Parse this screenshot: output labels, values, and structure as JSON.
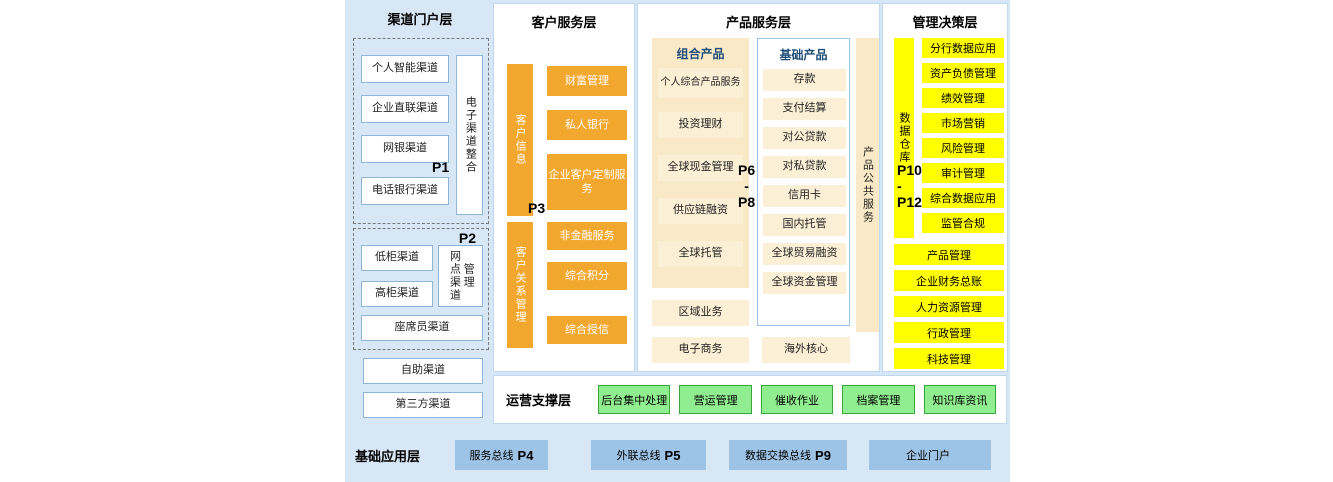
{
  "layers": {
    "channel": {
      "title": "渠道门户层",
      "group1": {
        "items": [
          "个人智能渠道",
          "企业直联渠道",
          "网银渠道",
          "电话银行渠道"
        ],
        "side": "电子渠道整合",
        "p": "P1"
      },
      "group2": {
        "items": [
          "低柜渠道",
          "高柜渠道"
        ],
        "side": "网点渠道管理",
        "bottom": "座席员渠道",
        "p": "P2"
      },
      "extra": [
        "自助渠道",
        "第三方渠道"
      ]
    },
    "customer": {
      "title": "客户服务层",
      "p": "P3",
      "group1": {
        "side": "客户信息",
        "items": [
          "财富管理",
          "私人银行",
          "企业客户定制服务"
        ]
      },
      "group2": {
        "side": "客户关系管理",
        "items": [
          "非金融服务",
          "综合积分",
          "综合授信"
        ]
      }
    },
    "product": {
      "title": "产品服务层",
      "combo": {
        "title": "组合产品",
        "items": [
          "个人综合产品服务",
          "投资理财",
          "全球现金管理",
          "供应链融资",
          "全球托管"
        ]
      },
      "basic": {
        "title": "基础产品",
        "items": [
          "存款",
          "支付结算",
          "对公贷款",
          "对私贷款",
          "信用卡",
          "国内托管",
          "全球贸易融资",
          "全球资金管理"
        ]
      },
      "p_range": {
        "top": "P6",
        "sep": "-",
        "bottom": "P8"
      },
      "public_bar": "产品公共服务",
      "regional": "区域业务",
      "ecommerce": "电子商务",
      "overseas": "海外核心"
    },
    "management": {
      "title": "管理决策层",
      "warehouse": "数据仓库",
      "items": [
        "分行数据应用",
        "资产负债管理",
        "绩效管理",
        "市场营销",
        "风险管理",
        "审计管理",
        "综合数据应用",
        "监管合规"
      ],
      "p_range": {
        "top": "P10",
        "sep": "-",
        "bottom": "P12"
      },
      "extra": [
        "产品管理",
        "企业财务总账",
        "人力资源管理",
        "行政管理",
        "科技管理"
      ]
    },
    "operations": {
      "title": "运营支撑层",
      "items": [
        "后台集中处理",
        "营运管理",
        "催收作业",
        "档案管理",
        "知识库资讯"
      ]
    },
    "foundation": {
      "title": "基础应用层",
      "buses": [
        {
          "label": "服务总线",
          "p": "P4"
        },
        {
          "label": "外联总线",
          "p": "P5"
        },
        {
          "label": "数据交换总线",
          "p": "P9"
        },
        {
          "label": "企业门户",
          "p": ""
        }
      ]
    }
  },
  "colors": {
    "background": "#D7E7F6",
    "orange": "#F2A72E",
    "cream_panel": "#FAE9C6",
    "cream_box": "#FBF0D5",
    "yellow": "#FFFF00",
    "green": "#90EE90",
    "bus_blue": "#9DC3E6",
    "subtitle_blue": "#1F4E79"
  }
}
